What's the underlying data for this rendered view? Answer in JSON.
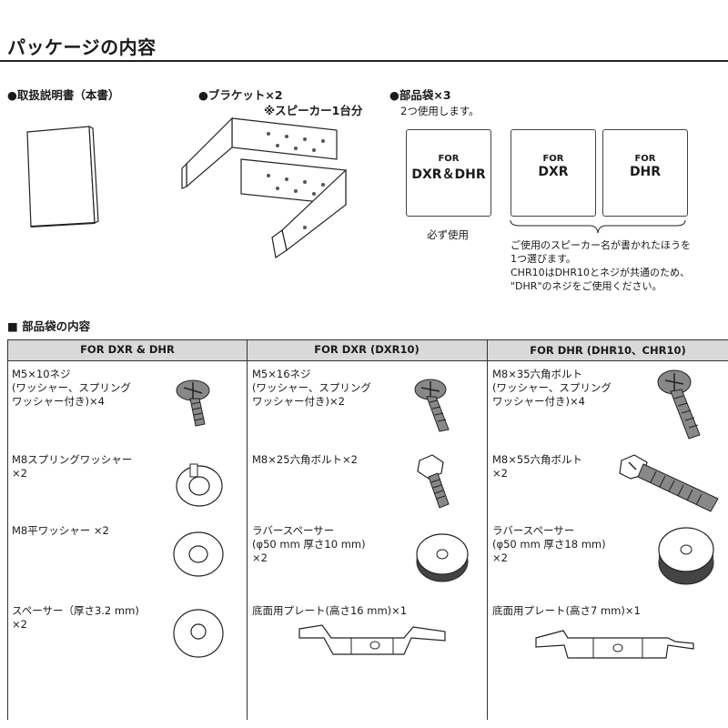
{
  "page": {
    "title": "パッケージの内容",
    "manual_label": "●取扱説明書（本書）",
    "bracket_label": "●ブラケット×2",
    "bracket_note": "※スピーカー1台分",
    "bag_label": "●部品袋×3",
    "bag_note": "2つ使用します。",
    "bags": [
      {
        "for": "FOR",
        "name": "DXR＆DHR"
      },
      {
        "for": "FOR",
        "name": "DXR"
      },
      {
        "for": "FOR",
        "name": "DHR"
      }
    ],
    "must_use": "必ず使用",
    "choose_note": [
      "ご使用のスピーカー名が書かれたほうを",
      "1つ選びます。",
      "CHR10はDHR10とネジが共通のため、",
      "\"DHR\"のネジをご使用ください。"
    ],
    "contents_title": "■ 部品袋の内容"
  },
  "table": {
    "headers": [
      "FOR DXR & DHR",
      "FOR DXR (DXR10)",
      "FOR DHR (DHR10、CHR10)"
    ],
    "col1": [
      [
        "M5×10ネジ",
        "(ワッシャー、スプリング",
        "ワッシャー付き)×4"
      ],
      [
        "M8スプリングワッシャー",
        "×2"
      ],
      [
        "M8平ワッシャー ×2"
      ],
      [
        "スペーサー（厚さ3.2 mm)",
        "×2"
      ]
    ],
    "col2": [
      [
        "M5×16ネジ",
        "(ワッシャー、スプリング",
        "ワッシャー付き)×2"
      ],
      [
        "M8×25六角ボルト×2"
      ],
      [
        "ラバースペーサー",
        "(φ50 mm 厚さ10 mm)",
        "×2"
      ],
      [
        "底面用プレート(高さ16 mm)×1"
      ]
    ],
    "col3": [
      [
        "M8×35六角ボルト",
        "(ワッシャー、スプリング",
        "ワッシャー付き)×4"
      ],
      [
        "M8×55六角ボルト",
        "×2"
      ],
      [
        "ラバースペーサー",
        "(φ50 mm 厚さ18 mm)",
        "×2"
      ],
      [
        "底面用プレート(高さ7 mm)×1"
      ]
    ]
  }
}
